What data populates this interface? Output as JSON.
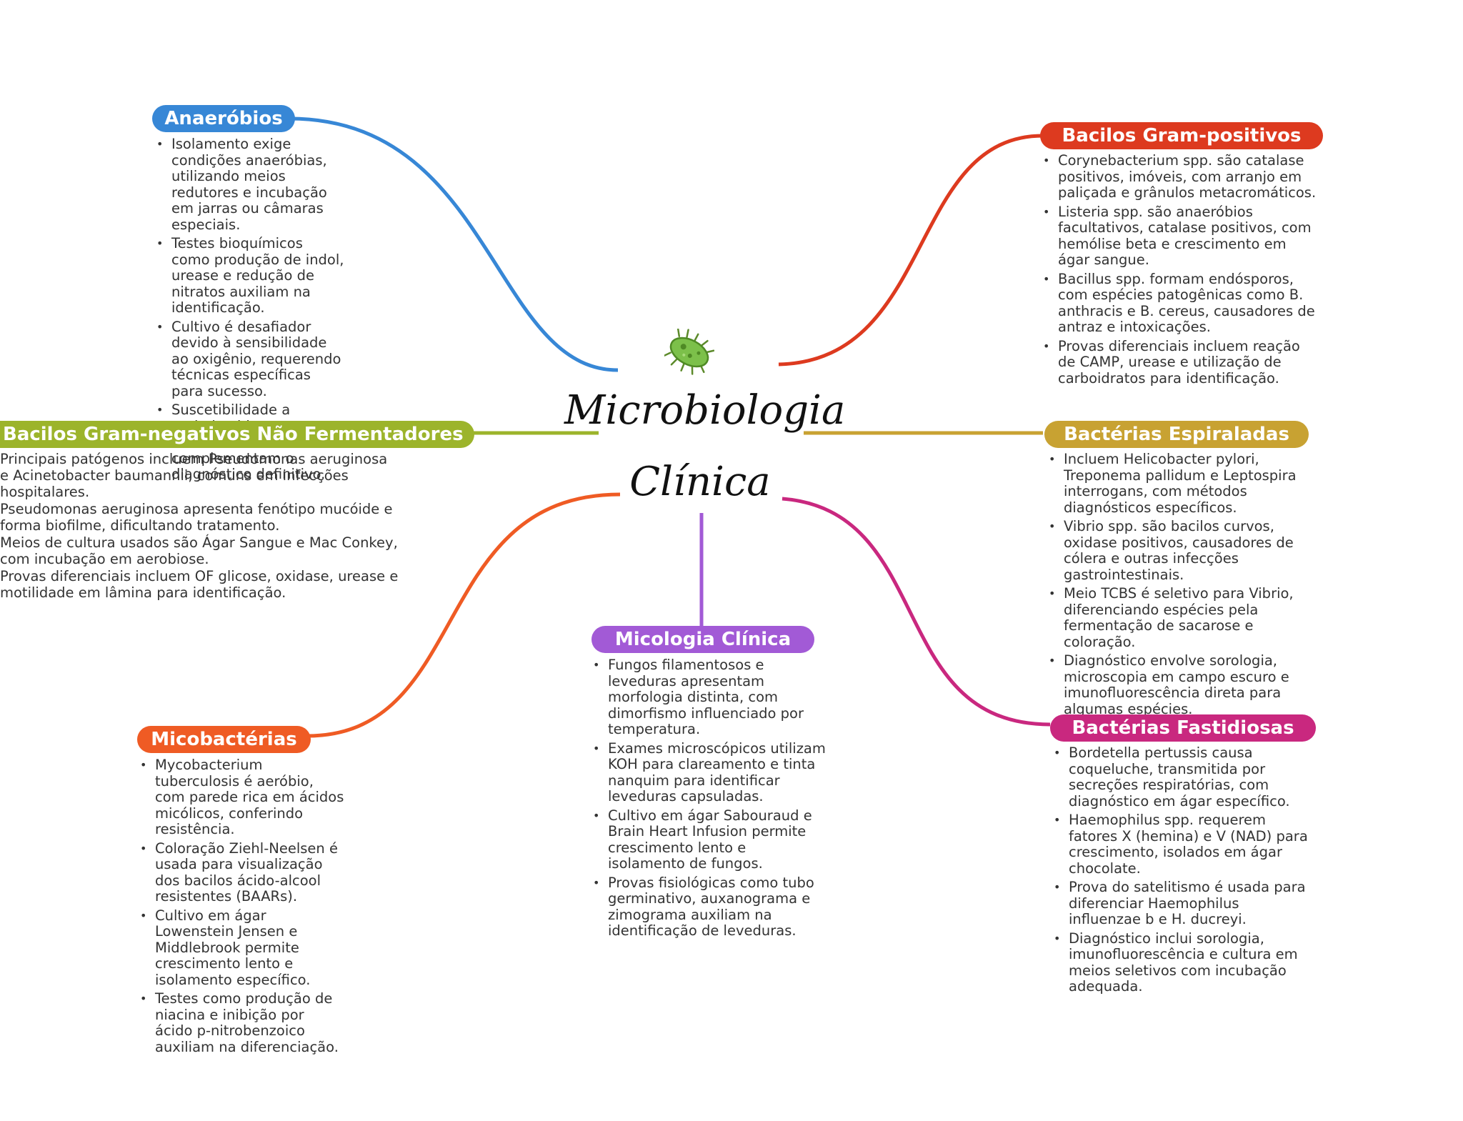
{
  "title": {
    "line1": "Microbiologia",
    "line2": "Clínica",
    "icon": "bacterium-icon"
  },
  "colors": {
    "anaerobios": "#3787d6",
    "gram_pos": "#dd3a1f",
    "gram_neg": "#9cb42b",
    "espiraladas": "#c8a232",
    "micologia": "#a25ad6",
    "micobacterias": "#ef5b24",
    "fastidiosas": "#c9287f"
  },
  "branches": {
    "anaerobios": {
      "label": "Anaeróbios",
      "items": [
        "Isolamento exige condições anaeróbias, utilizando meios redutores e incubação em jarras ou câmaras especiais.",
        "Testes bioquímicos como produção de indol, urease e redução de nitratos auxiliam na identificação.",
        "Cultivo é desafiador devido à sensibilidade ao oxigênio, requerendo técnicas específicas para sucesso.",
        "Suscetibilidade a antimicrobianos e técnicas moleculares complementam o diagnóstico definitivo."
      ]
    },
    "gram_pos": {
      "label": "Bacilos Gram-positivos",
      "items": [
        "Corynebacterium spp. são catalase positivos, imóveis, com arranjo em paliçada e grânulos metacromáticos.",
        "Listeria spp. são anaeróbios facultativos, catalase positivos, com hemólise beta e crescimento em ágar sangue.",
        "Bacillus spp. formam endósporos, com espécies patogênicas como B. anthracis e B. cereus, causadores de antraz e intoxicações.",
        "Provas diferenciais incluem reação de CAMP, urease e utilização de carboidratos para identificação."
      ]
    },
    "gram_neg": {
      "label": "Bacilos Gram-negativos Não Fermentadores",
      "items": [
        "Principais patógenos incluem Pseudomonas aeruginosa e Acinetobacter baumannii, comuns em infecções hospitalares.",
        "Pseudomonas aeruginosa apresenta fenótipo mucóide e forma biofilme, dificultando tratamento.",
        "Meios de cultura usados são Ágar Sangue e Mac Conkey, com incubação em aerobiose.",
        "Provas diferenciais incluem OF glicose, oxidase, urease e motilidade em lâmina para identificação."
      ]
    },
    "espiraladas": {
      "label": "Bactérias Espiraladas",
      "items": [
        "Incluem Helicobacter pylori, Treponema pallidum e Leptospira interrogans, com métodos diagnósticos específicos.",
        "Vibrio spp. são bacilos curvos, oxidase positivos, causadores de cólera e outras infecções gastrointestinais.",
        "Meio TCBS é seletivo para Vibrio, diferenciando espécies pela fermentação de sacarose e coloração.",
        "Diagnóstico envolve sorologia, microscopia em campo escuro e imunofluorescência direta para algumas espécies."
      ]
    },
    "micologia": {
      "label": "Micologia Clínica",
      "items": [
        "Fungos filamentosos e leveduras apresentam morfologia distinta, com dimorfismo influenciado por temperatura.",
        "Exames microscópicos utilizam KOH para clareamento e tinta nanquim para identificar leveduras capsuladas.",
        "Cultivo em ágar Sabouraud e Brain Heart Infusion permite crescimento lento e isolamento de fungos.",
        "Provas fisiológicas como tubo germinativo, auxanograma e zimograma auxiliam na identificação de leveduras."
      ]
    },
    "micobacterias": {
      "label": "Micobactérias",
      "items": [
        "Mycobacterium tuberculosis é aeróbio, com parede rica em ácidos micólicos, conferindo resistência.",
        "Coloração Ziehl-Neelsen é usada para visualização dos bacilos ácido-alcool resistentes (BAARs).",
        "Cultivo em ágar Lowenstein Jensen e Middlebrook permite crescimento lento e isolamento específico.",
        "Testes como produção de niacina e inibição por ácido p-nitrobenzoico auxiliam na diferenciação."
      ]
    },
    "fastidiosas": {
      "label": "Bactérias Fastidiosas",
      "items": [
        "Bordetella pertussis causa coqueluche, transmitida por secreções respiratórias, com diagnóstico em ágar específico.",
        "Haemophilus spp. requerem fatores X (hemina) e V (NAD) para crescimento, isolados em ágar chocolate.",
        "Prova do satelitismo é usada para diferenciar Haemophilus influenzae b e H. ducreyi.",
        "Diagnóstico inclui sorologia, imunofluorescência e cultura em meios seletivos com incubação adequada."
      ]
    }
  }
}
